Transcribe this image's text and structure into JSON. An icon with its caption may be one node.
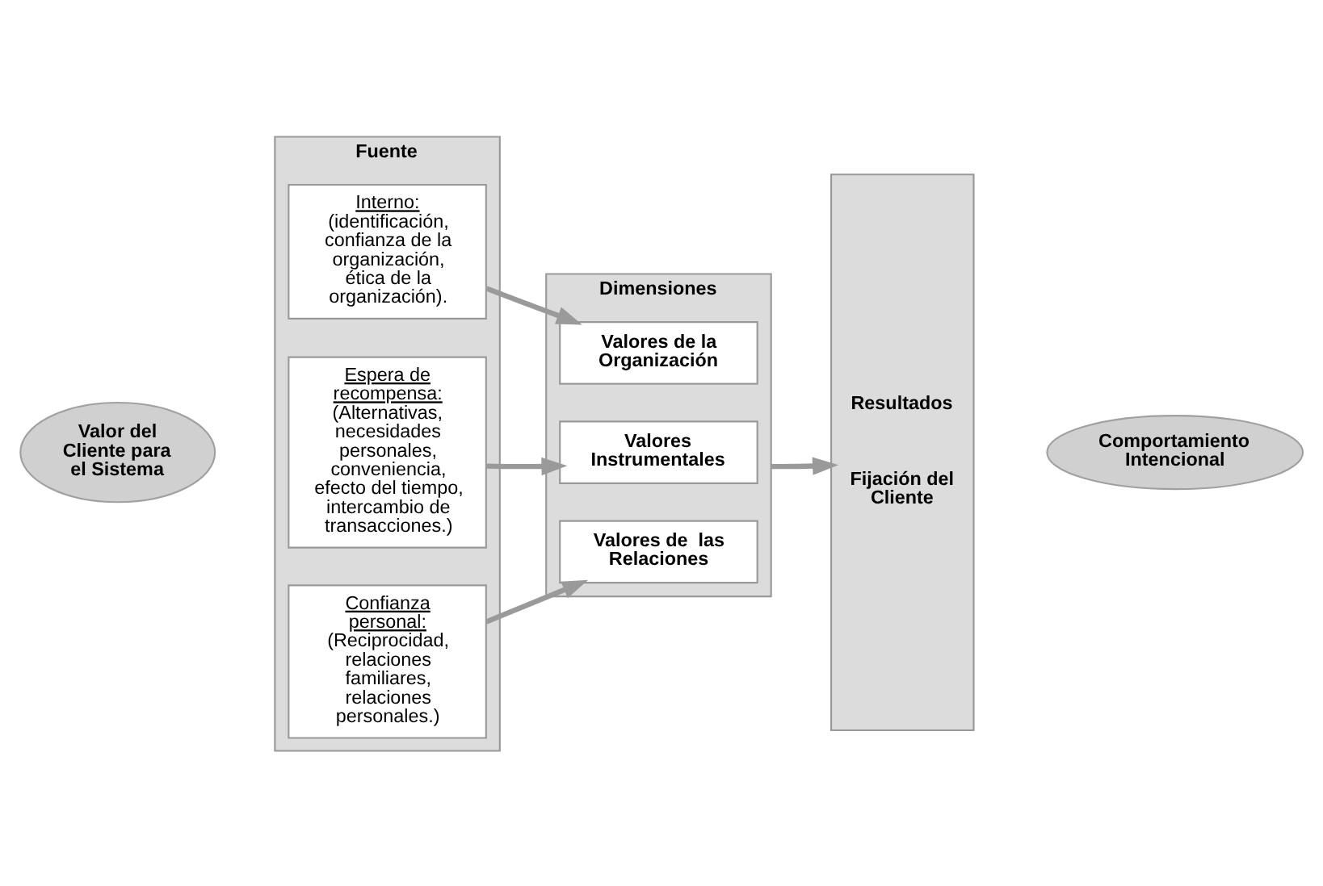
{
  "diagram": {
    "nodes": [
      {
        "text": [
          "Valor del Cliente para el Sistema"
        ]
      },
      {
        "text": [
          "Fuente"
        ]
      },
      {
        "text": [
          "Interno:",
          "(identificación, confianza de la organización, ética de la organización)."
        ],
        "in": 1
      },
      {
        "text": [
          "Espera de recompensa:",
          "(Alternativas, necesidades personales, conveniencia, efecto del tiempo, intercambio de transacciones.)"
        ],
        "in": 1
      },
      {
        "text": [
          "Confianza personal:",
          "(Reciprocidad, relaciones familiares, relaciones personales.)"
        ],
        "in": 1
      },
      {
        "text": [
          "Dimensiones"
        ]
      },
      {
        "text": [
          "Valores de la Organización"
        ],
        "in": 5
      },
      {
        "text": [
          "Valores Instrumentales"
        ],
        "in": 5
      },
      {
        "text": [
          "Valores de  las Relaciones"
        ],
        "in": 5
      },
      {
        "text": [
          "Resultados",
          "Fijación del Cliente"
        ]
      },
      {
        "text": [
          "Comportamiento Intencional"
        ]
      }
    ],
    "edges": [
      {
        "from": 2,
        "to": 6,
        "arrow": "to"
      },
      {
        "from": 3,
        "to": 7,
        "arrow": "to"
      },
      {
        "from": 4,
        "to": 8,
        "arrow": "to"
      },
      {
        "from": 5,
        "to": 9,
        "arrow": "to"
      }
    ]
  }
}
